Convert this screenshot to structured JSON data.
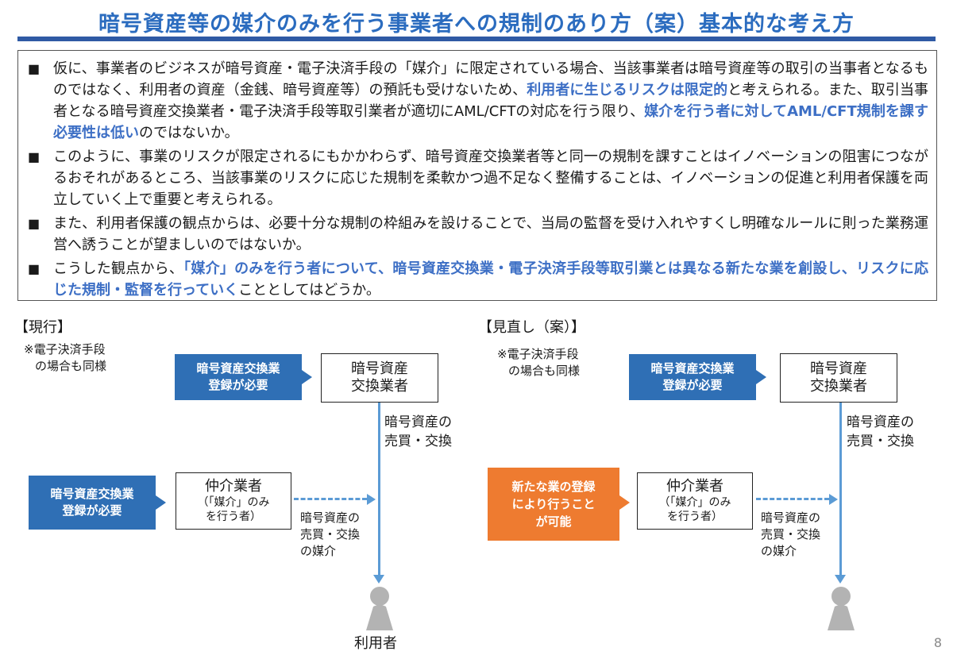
{
  "title": "暗号資産等の媒介のみを行う事業者への規制のあり方（案）基本的な考え方",
  "bullets": [
    {
      "segments": [
        {
          "text": "仮に、事業者のビジネスが暗号資産・電子決済手段の「媒介」に限定されている場合、当該事業者は暗号資産等の取引の当事者となるものではなく、利用者の資産（金銭、暗号資産等）の預託も受けないため、",
          "highlight": false
        },
        {
          "text": "利用者に生じるリスクは限定的",
          "highlight": true
        },
        {
          "text": "と考えられる。また、取引当事者となる暗号資産交換業者・電子決済手段等取引業者が適切にAML/CFTの対応を行う限り、",
          "highlight": false
        },
        {
          "text": "媒介を行う者に対してAML/CFT規制を課す必要性は低い",
          "highlight": true
        },
        {
          "text": "のではないか。",
          "highlight": false
        }
      ]
    },
    {
      "segments": [
        {
          "text": "このように、事業のリスクが限定されるにもかかわらず、暗号資産交換業者等と同一の規制を課すことはイノベーションの阻害につながるおそれがあるところ、当該事業のリスクに応じた規制を柔軟かつ過不足なく整備することは、イノベーションの促進と利用者保護を両立していく上で重要と考えられる。",
          "highlight": false
        }
      ]
    },
    {
      "segments": [
        {
          "text": "また、利用者保護の観点からは、必要十分な規制の枠組みを設けることで、当局の監督を受け入れやすくし明確なルールに則った業務運営へ誘うことが望ましいのではないか。",
          "highlight": false
        }
      ]
    },
    {
      "segments": [
        {
          "text": "こうした観点から、",
          "highlight": false
        },
        {
          "text": "「媒介」のみを行う者について、暗号資産交換業・電子決済手段等取引業とは異なる新たな業を創設し、リスクに応じた規制・監督を行っていく",
          "highlight": true
        },
        {
          "text": "こととしてはどうか。",
          "highlight": false
        }
      ]
    }
  ],
  "bullet_symbol": "■",
  "current": {
    "label": "【現行】",
    "note_line1": "※電子決済手段",
    "note_line2": "の場合も同様",
    "exchange_callout_line1": "暗号資産交換業",
    "exchange_callout_line2": "登録が必要",
    "exchange_node_line1": "暗号資産",
    "exchange_node_line2": "交換業者",
    "trade_label_line1": "暗号資産の",
    "trade_label_line2": "売買・交換",
    "broker_callout_line1": "暗号資産交換業",
    "broker_callout_line2": "登録が必要",
    "broker_node_main": "仲介業者",
    "broker_node_sub1": "（「媒介」のみ",
    "broker_node_sub2": "を行う者）",
    "mediation_label_line1": "暗号資産の",
    "mediation_label_line2": "売買・交換",
    "mediation_label_line3": "の媒介",
    "user_label": "利用者"
  },
  "proposed": {
    "label": "【見直し（案）】",
    "note_line1": "※電子決済手段",
    "note_line2": "の場合も同様",
    "exchange_callout_line1": "暗号資産交換業",
    "exchange_callout_line2": "登録が必要",
    "exchange_node_line1": "暗号資産",
    "exchange_node_line2": "交換業者",
    "trade_label_line1": "暗号資産の",
    "trade_label_line2": "売買・交換",
    "broker_callout_line1": "新たな業の登録",
    "broker_callout_line2": "により行うこと",
    "broker_callout_line3": "が可能",
    "broker_node_main": "仲介業者",
    "broker_node_sub1": "（「媒介」のみ",
    "broker_node_sub2": "を行う者）",
    "mediation_label_line1": "暗号資産の",
    "mediation_label_line2": "売買・交換",
    "mediation_label_line3": "の媒介"
  },
  "colors": {
    "title": "#2b6cbf",
    "rule": "#2f5aa4",
    "highlight": "#3d6fc5",
    "callout_blue": "#2f6fb5",
    "callout_orange": "#ee7b30",
    "arrow": "#5b9bd5",
    "person": "#b3b3b3"
  },
  "icons": {
    "person": "person-icon"
  },
  "page_number": "8"
}
